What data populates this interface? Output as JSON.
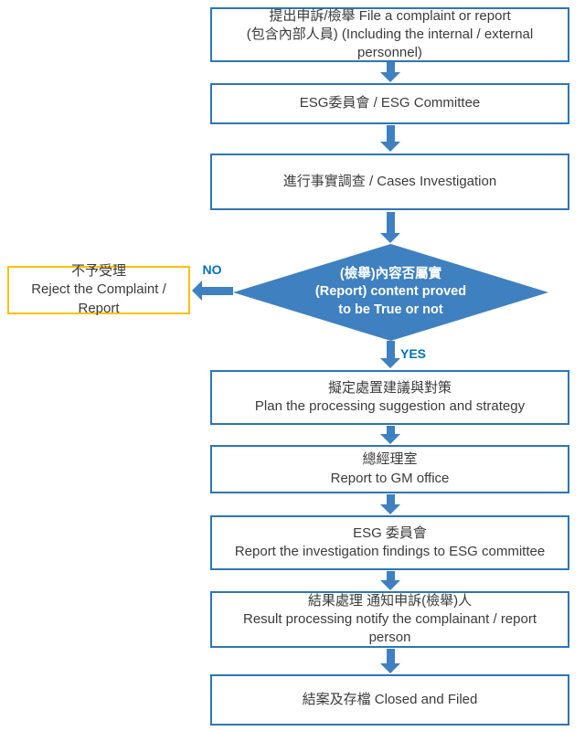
{
  "diagram": {
    "nodes": {
      "file_complaint": {
        "line1": "提出申訴/檢舉 File a complaint or report",
        "line2": "(包含內部人員) (Including the internal / external personnel)"
      },
      "esg_committee": {
        "line1": "ESG委員會 / ESG Committee"
      },
      "investigation": {
        "line1": "進行事實調查 / Cases Investigation"
      },
      "decision": {
        "line1": "(檢舉)內容否屬實",
        "line2": "(Report) content proved",
        "line3": "to be True or not"
      },
      "reject": {
        "line1": "不予受理",
        "line2": "Reject the Complaint / Report"
      },
      "plan": {
        "line1": "擬定處置建議與對策",
        "line2": "Plan the processing suggestion and strategy"
      },
      "gm_office": {
        "line1": "總經理室",
        "line2": "Report to GM office"
      },
      "esg_report": {
        "line1": "ESG 委員會",
        "line2": "Report the investigation findings to ESG committee"
      },
      "result": {
        "line1": "結果處理 通知申訴(檢舉)人",
        "line2": "Result processing notify the complainant / report person"
      },
      "closed": {
        "line1": "結案及存檔 Closed and Filed"
      }
    },
    "labels": {
      "no": "NO",
      "yes": "YES"
    },
    "colors": {
      "box_border": "#2E75B6",
      "diamond_fill": "#3F80C1",
      "arrow_fill": "#3F80C1",
      "reject_border": "#FFC000",
      "branch_label": "#0070C0",
      "text": "#3B3B3B"
    }
  }
}
